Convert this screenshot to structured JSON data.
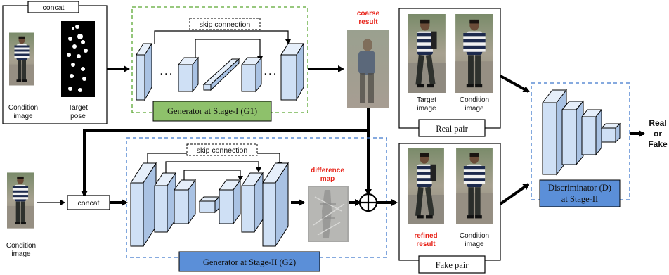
{
  "stage1": {
    "concat_label": "concat",
    "condition_label": [
      "Condition",
      "image"
    ],
    "target_pose_label": [
      "Target",
      "pose"
    ],
    "skip_label": "skip connection",
    "generator_label": "Generator at Stage-I (G1)",
    "coarse_label": [
      "coarse",
      "result"
    ]
  },
  "stage2": {
    "condition_label": [
      "Condition",
      "image"
    ],
    "concat_label": "concat",
    "skip_label": "skip connection",
    "generator_label": "Generator at Stage-II (G2)",
    "difference_label": [
      "difference",
      "map"
    ]
  },
  "real_pair": {
    "target_label": [
      "Target",
      "image"
    ],
    "condition_label": [
      "Condition",
      "image"
    ],
    "title": "Real pair"
  },
  "fake_pair": {
    "refined_label": [
      "refined",
      "result"
    ],
    "condition_label": [
      "Condition",
      "image"
    ],
    "title": "Fake pair"
  },
  "discriminator": {
    "label": [
      "Discriminator (D)",
      "at Stage-II"
    ]
  },
  "output_label": [
    "Real",
    "or",
    "Fake"
  ],
  "colors": {
    "green_dash": "#5aa832",
    "blue_dash": "#3f78cc",
    "g1_fill": "#8ec16b",
    "g2_fill": "#5b8fd8",
    "block_front": "#cfe0f5",
    "block_side": "#a9c2e3",
    "block_top": "#e6effa",
    "red_text": "#e8261c"
  }
}
